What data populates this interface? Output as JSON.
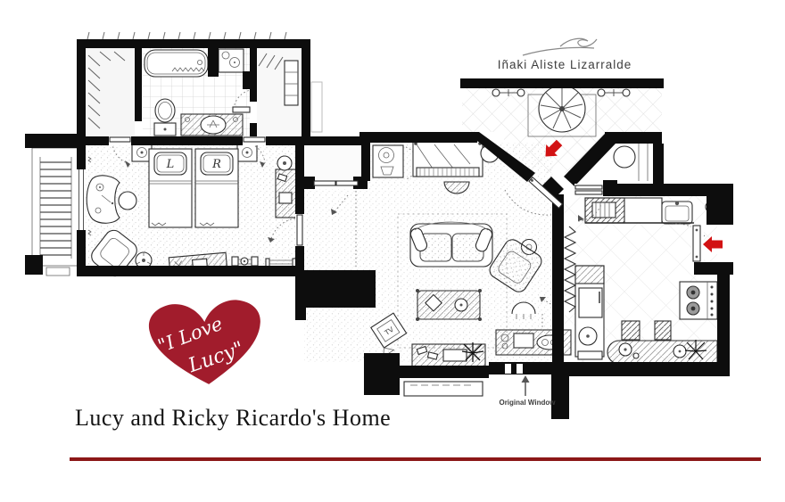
{
  "artist_signature": "Iñaki Aliste Lizarralde",
  "logo": {
    "line1": "\"I Love",
    "line2": "Lucy\""
  },
  "plan": {
    "original_window_label": "Original Window",
    "bed_monograms": {
      "left": "L",
      "right": "R"
    },
    "tv_label": "TV"
  },
  "footer": {
    "title": "Lucy and Ricky Ricardo's Home"
  },
  "colors": {
    "heart_red": "#a11c2c",
    "arrow_red": "#d21213",
    "rule_red": "#8c1717",
    "wall_black": "#0d0d0d"
  }
}
